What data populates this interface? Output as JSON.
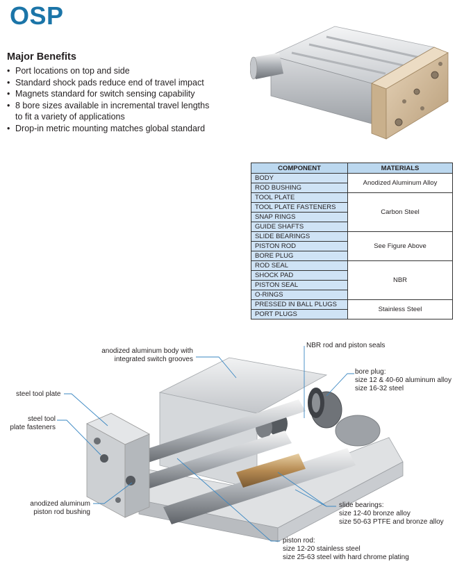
{
  "title": "OSP",
  "benefits": {
    "heading": "Major Benefits",
    "items": [
      "Port locations on top and side",
      "Standard shock pads reduce end of travel impact",
      "Magnets standard for switch sensing capability",
      "8 bore sizes available in incremental travel lengths to fit a variety of applications",
      "Drop-in metric mounting matches global standard"
    ]
  },
  "materials_table": {
    "headers": [
      "COMPONENT",
      "MATERIALS"
    ],
    "components": [
      "BODY",
      "ROD BUSHING",
      "TOOL PLATE",
      "TOOL PLATE FASTENERS",
      "SNAP RINGS",
      "GUIDE SHAFTS",
      "SLIDE BEARINGS",
      "PISTON ROD",
      "BORE PLUG",
      "ROD SEAL",
      "SHOCK PAD",
      "PISTON SEAL",
      "O-RINGS",
      "PRESSED IN BALL PLUGS",
      "PORT PLUGS"
    ],
    "materials": [
      "Anodized Aluminum Alloy",
      "Carbon Steel",
      "See Figure Above",
      "NBR",
      "Stainless Steel"
    ]
  },
  "callouts": {
    "body": [
      "anodized aluminum body with",
      "integrated switch grooves"
    ],
    "seals": [
      "NBR rod and piston seals"
    ],
    "tool_plate": [
      "steel tool plate"
    ],
    "fasteners": [
      "steel tool",
      "plate fasteners"
    ],
    "bore_plug": [
      "bore plug:",
      "size 12 & 40-60 aluminum alloy",
      "size 16-32 steel"
    ],
    "bushing": [
      "anodized aluminum",
      "piston rod bushing"
    ],
    "bearings": [
      "slide bearings:",
      "size 12-40 bronze alloy",
      "size 50-63 PTFE and bronze alloy"
    ],
    "piston_rod": [
      "piston rod:",
      "size 12-20 stainless steel",
      "size 25-63 steel with hard chrome plating"
    ]
  },
  "colors": {
    "title_blue": "#1b75a8",
    "table_header": "#bcd8ef",
    "table_component": "#cfe3f5",
    "callout_line": "#3a87c2"
  }
}
